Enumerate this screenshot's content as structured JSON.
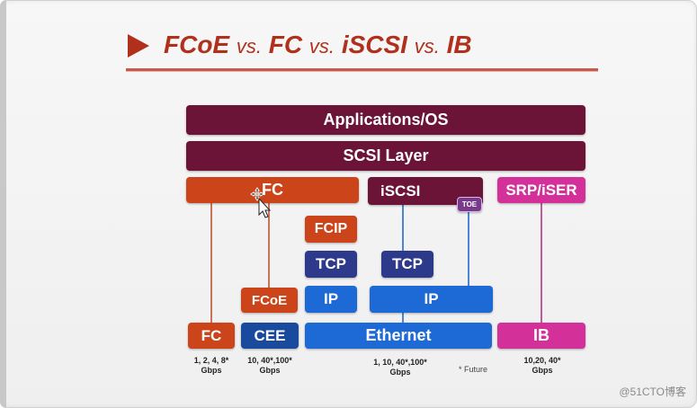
{
  "title": {
    "part1": "FCoE",
    "vs1": "vs.",
    "part2": "FC",
    "vs2": "vs.",
    "part3": "iSCSI",
    "vs3": "vs.",
    "part4": "IB"
  },
  "layers": {
    "applications": "Applications/OS",
    "scsi": "SCSI Layer",
    "fc": "FC",
    "iscsi": "iSCSI",
    "toe": "TOE",
    "srp": "SRP/iSER",
    "fcip": "FCIP",
    "tcp1": "TCP",
    "tcp2": "TCP",
    "fcoe": "FCoE",
    "ip1": "IP",
    "ip2": "IP",
    "fc_bottom": "FC",
    "cee": "CEE",
    "ethernet": "Ethernet",
    "ib": "IB"
  },
  "speeds": {
    "fc": {
      "values": "1, 2, 4, 8*",
      "unit": "Gbps"
    },
    "cee": {
      "values": "10, 40*,100*",
      "unit": "Gbps"
    },
    "ethernet": {
      "values": "1, 10, 40*,100*",
      "unit": "Gbps"
    },
    "ib": {
      "values": "10,20, 40*",
      "unit": "Gbps"
    }
  },
  "future_note": "* Future",
  "watermark": "@51CTO博客",
  "colors": {
    "maroon": "#6b1438",
    "orange": "#cc4419",
    "navy": "#2d3a8c",
    "blue": "#1d6ad6",
    "pink": "#d4309a",
    "title_red": "#b0301c"
  }
}
